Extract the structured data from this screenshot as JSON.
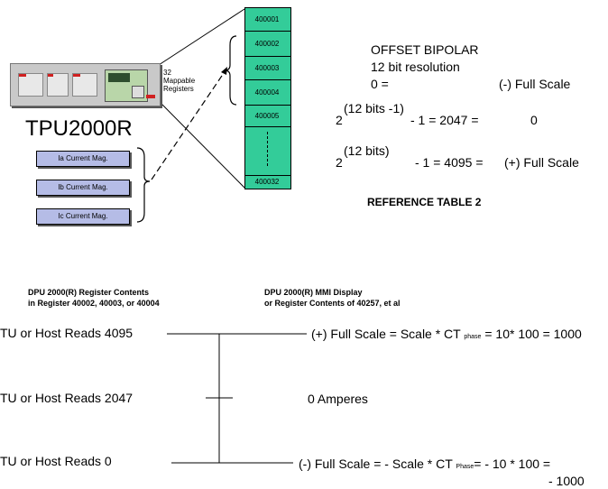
{
  "colors": {
    "register_fill": "#33cc99",
    "box_fill": "#b5bce6"
  },
  "device": {
    "name": "TPU2000R"
  },
  "mappable": {
    "line1": "32",
    "line2": "Mappable",
    "line3": "Registers"
  },
  "registers": [
    "400001",
    "400002",
    "400003",
    "400004",
    "400005",
    "400032"
  ],
  "magnitudes": [
    "Ia Current Mag.",
    "Ib Current Mag.",
    "Ic Current Mag."
  ],
  "offset": {
    "title": "OFFSET BIPOLAR",
    "resolution": "12 bit resolution",
    "zero_label": "0 =",
    "neg_full": "(-) Full Scale",
    "base1": "2",
    "exp1": "(12 bits -1)",
    "rest1": "- 1 = 2047 =",
    "val1": "0",
    "base2": "2",
    "exp2": "(12 bits)",
    "rest2": "- 1 = 4095 =",
    "val2": "(+) Full Scale"
  },
  "reference": "REFERENCE TABLE 2",
  "dpu_left": {
    "line1": "DPU 2000(R) Register Contents",
    "line2": "in Register 40002, 40003, or 40004"
  },
  "dpu_right": {
    "line1": "DPU 2000(R) MMI Display",
    "line2": "or Register Contents of 40257, et al"
  },
  "reads": [
    "TU or Host Reads 4095",
    "TU or Host Reads 2047",
    "TU or Host Reads 0"
  ],
  "outputs": {
    "plus_a": "(+) Full Scale = Scale * CT",
    "plus_sub": "phase",
    "plus_b": "= 10* 100 = 1000",
    "zero": "0 Amperes",
    "minus_a": "(-) Full Scale = - Scale * CT",
    "minus_sub": "Phase",
    "minus_b": "= - 10 * 100 =",
    "minus_c": "- 1000"
  }
}
